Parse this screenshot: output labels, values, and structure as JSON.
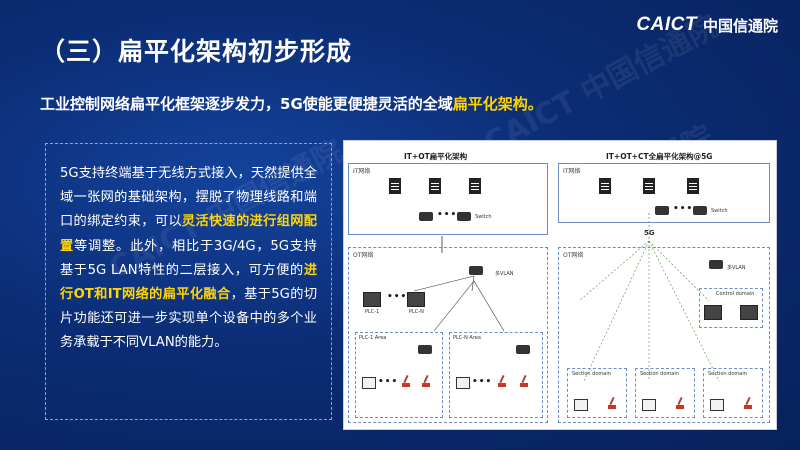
{
  "slide": {
    "title": "（三）扁平化架构初步形成",
    "logo": {
      "caict_prefix": "CAICT",
      "cn": "中国信通院"
    },
    "subtitle_main": "工业控制网络扁平化框架逐步发力，5G使能更便捷灵活的全域",
    "subtitle_highlight": "扁平化架构。",
    "watermark": "CAICT 中国信通院"
  },
  "panel": {
    "p1": "5G支持终端基于无线方式接入，天然提供全域一张网的基础架构，摆脱了物理线路和端口的绑定约束，可以",
    "p1_bold": "灵活快速的进行组网配置",
    "p2": "等调整。此外，相比于3G/4G，5G支持基于5G LAN特性的二层接入，可方便的",
    "p2_highlight": "进行OT和IT网络的扁平化融合",
    "p3": "，基于5G的切片功能还可进一步实现单个设备中的多个业务承载于不同VLAN的能力。"
  },
  "figure": {
    "left": {
      "title": "IT+OT扁平化架构",
      "it_label": "IT网络",
      "ot_label": "OT网络",
      "switch_label": "Switch",
      "vlan_label": "多VLAN",
      "plc1": "PLC-1",
      "plcn": "PLC-N",
      "area1": "PLC-1 Area",
      "arean": "PLC-N Area",
      "dots": "•••"
    },
    "right": {
      "title": "IT+OT+CT全扁平化架构@5G",
      "it_label": "IT网络",
      "ot_label": "OT网络",
      "switch_label": "Switch",
      "g5_label": "5G",
      "vlan_label": "多VLAN",
      "ctrl_domain": "Control domain",
      "sec_domain": "Section domain",
      "dots": "•••"
    }
  },
  "colors": {
    "background": "#0a2a6e",
    "highlight": "#ffd400",
    "text": "#ffffff"
  }
}
